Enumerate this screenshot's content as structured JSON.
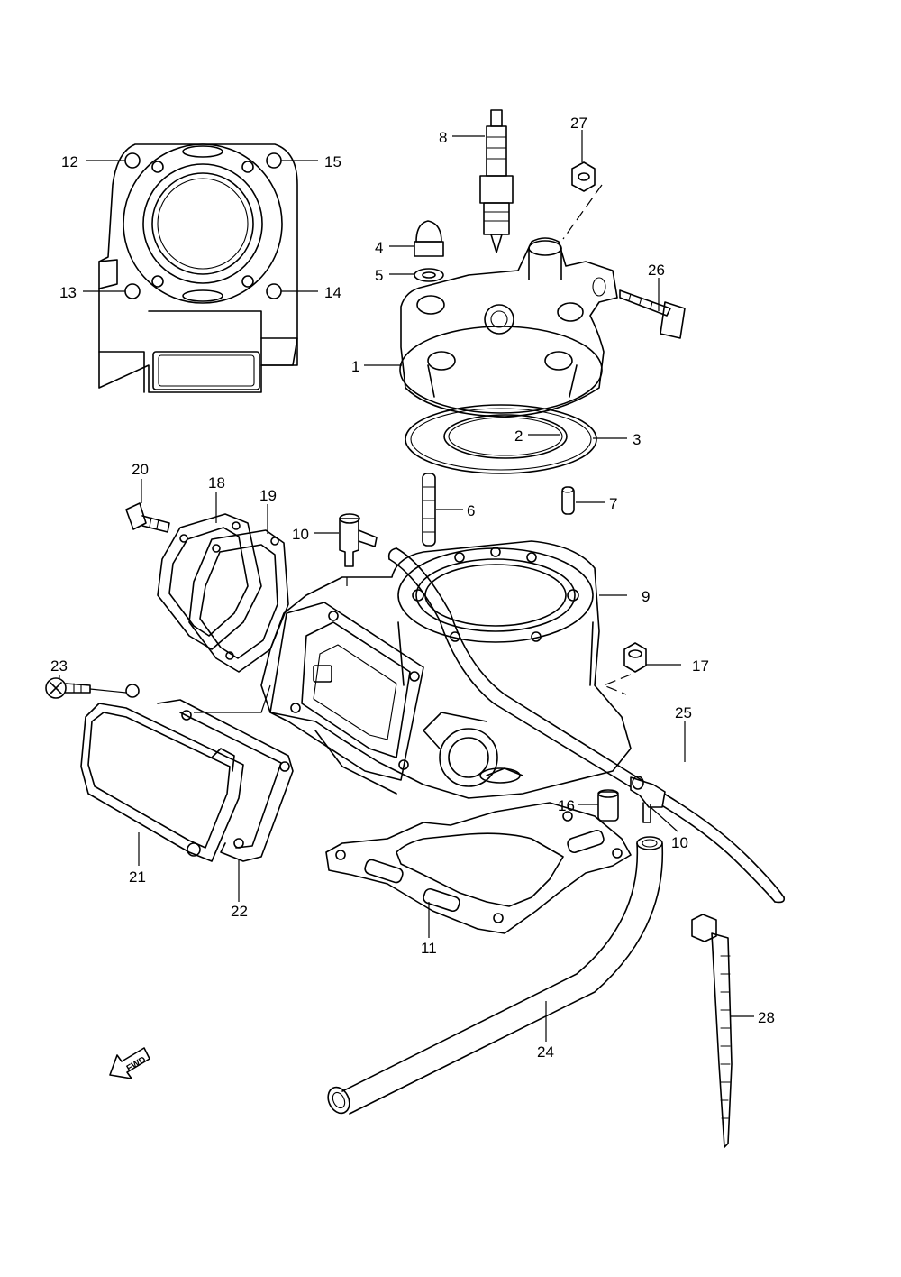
{
  "callouts": {
    "p1": "1",
    "p2": "2",
    "p3": "3",
    "p4": "4",
    "p5": "5",
    "p6": "6",
    "p7": "7",
    "p8": "8",
    "p9": "9",
    "p10a": "10",
    "p10b": "10",
    "p11": "11",
    "p12": "12",
    "p13": "13",
    "p14": "14",
    "p15": "15",
    "p16": "16",
    "p17": "17",
    "p18": "18",
    "p19": "19",
    "p20": "20",
    "p21": "21",
    "p22": "22",
    "p23": "23",
    "p24": "24",
    "p25": "25",
    "p26": "26",
    "p27": "27",
    "p28": "28"
  },
  "fwd_marker": {
    "label": "FWD",
    "icon": "forward-arrow-icon"
  }
}
